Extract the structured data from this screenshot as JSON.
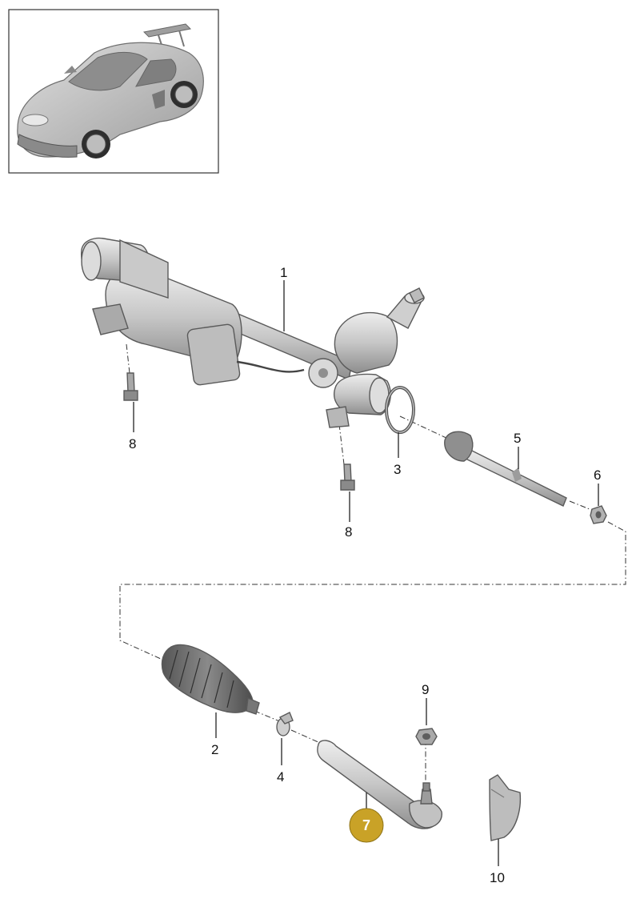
{
  "callouts": {
    "c1": "1",
    "c2": "2",
    "c3": "3",
    "c4": "4",
    "c5": "5",
    "c6": "6",
    "c7": "7",
    "c8a": "8",
    "c8b": "8",
    "c9": "9",
    "c10": "10"
  },
  "highlighted_part": "7",
  "colors": {
    "highlight_badge": "#C9A227",
    "part_fill": "#cfcfcf",
    "part_dark": "#9a9a9a",
    "car_body": "#b8b8b8"
  }
}
